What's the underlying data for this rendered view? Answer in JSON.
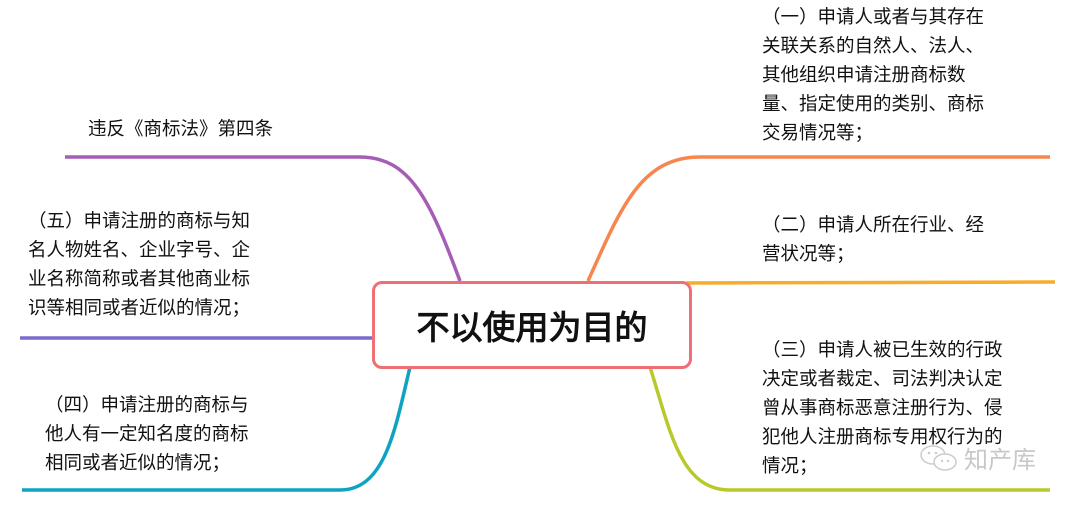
{
  "center": {
    "label": "不以使用为目的",
    "color": "#ee7075"
  },
  "branches": [
    {
      "id": "law",
      "color": "#a55db5",
      "lines": [
        "违反《商标法》第四条"
      ]
    },
    {
      "id": "five",
      "color": "#7a6ccc",
      "lines": [
        "（五）申请注册的商标与知",
        "名人物姓名、企业字号、企",
        "业名称简称或者其他商业标",
        "识等相同或者近似的情况；"
      ]
    },
    {
      "id": "four",
      "color": "#0ea2c3",
      "lines": [
        "（四）申请注册的商标与",
        "他人有一定知名度的商标",
        "相同或者近似的情况；"
      ]
    },
    {
      "id": "one",
      "color": "#f7854e",
      "lines": [
        "（一）申请人或者与其存在",
        "关联关系的自然人、法人、",
        "其他组织申请注册商标数",
        "量、指定使用的类别、商标",
        "交易情况等；"
      ]
    },
    {
      "id": "two",
      "color": "#f8ac2b",
      "lines": [
        "（二）申请人所在行业、经",
        "营状况等；"
      ]
    },
    {
      "id": "three",
      "color": "#b9c92b",
      "lines": [
        "（三）申请人被已生效的行政",
        "决定或者裁定、司法判决认定",
        "曾从事商标恶意注册行为、侵",
        "犯他人注册商标专用权行为的",
        "情况；"
      ]
    }
  ],
  "watermark": {
    "icon": "wechat-icon",
    "text": "知产库"
  }
}
